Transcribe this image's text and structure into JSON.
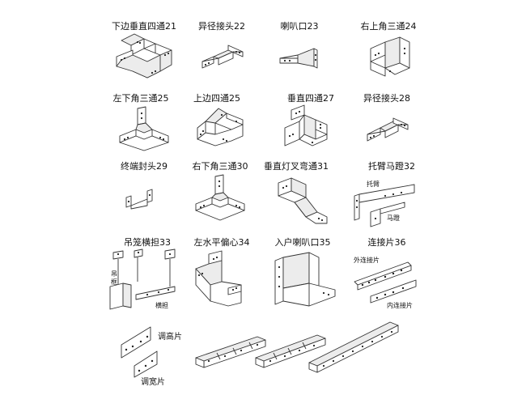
{
  "items": [
    {
      "label": "下边垂直四通21"
    },
    {
      "label": "异径接头22"
    },
    {
      "label": "喇叭口23"
    },
    {
      "label": "右上角三通24"
    },
    {
      "label": "左下角三通25"
    },
    {
      "label": "上边四通25"
    },
    {
      "label": "垂直四通27"
    },
    {
      "label": "异径接头28"
    },
    {
      "label": "终端封头29"
    },
    {
      "label": "右下角三通30"
    },
    {
      "label": "垂直灯叉弯通31"
    },
    {
      "label": "托臂马蹬32"
    },
    {
      "label": "吊笼横担33"
    },
    {
      "label": "左水平偏心34"
    },
    {
      "label": "入户喇叭口35"
    },
    {
      "label": "连接片36"
    }
  ],
  "sublabels": {
    "tuobi": "托臂",
    "madeng": "马蹬",
    "diaokuang": "吊框",
    "hengdan": "横担",
    "wai_lianjie": "外连接片",
    "nei_lianjie": "内连接片",
    "tiaogao": "调高片",
    "tiaokuan": "调宽片"
  }
}
